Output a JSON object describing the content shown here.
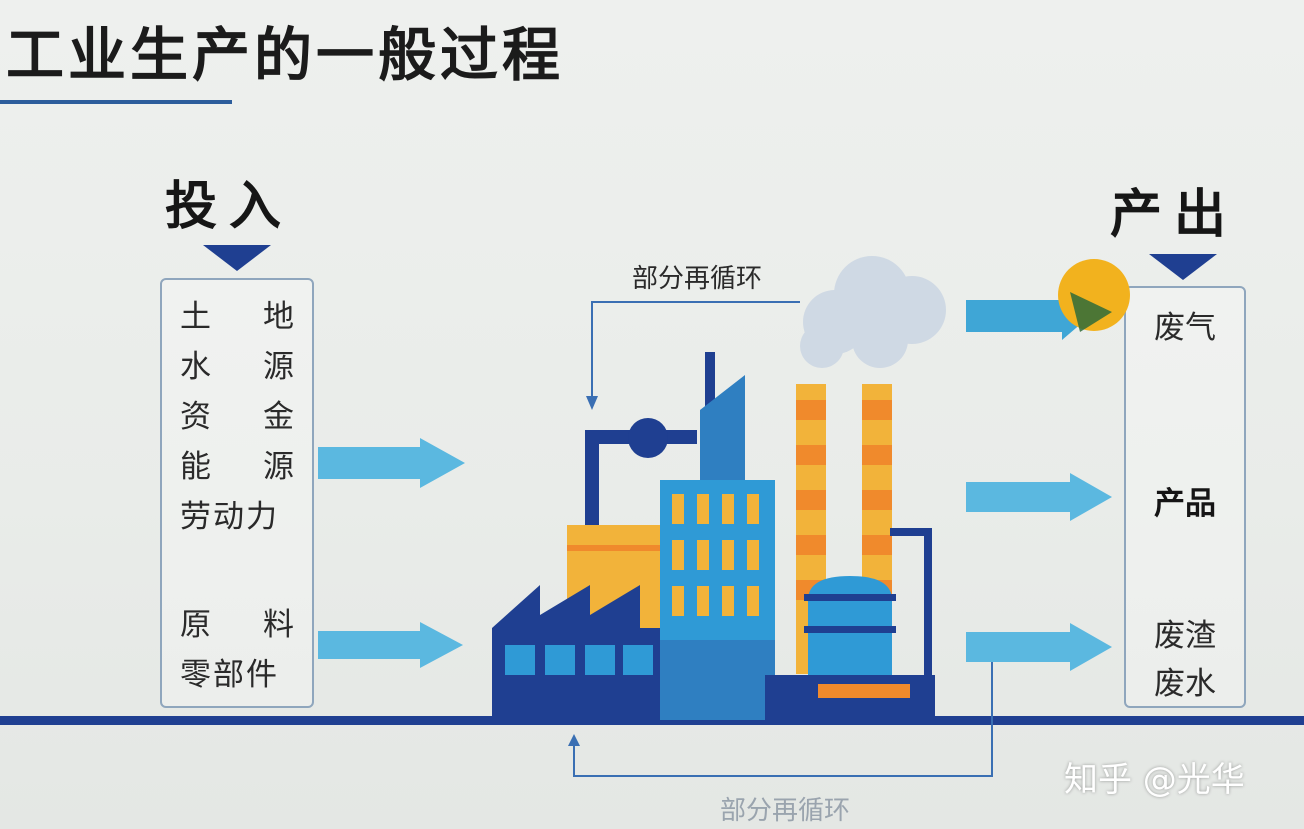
{
  "title": "工业生产的一般过程",
  "input": {
    "header": "投入",
    "items": [
      {
        "left": "土",
        "right": "地"
      },
      {
        "left": "水",
        "right": "源"
      },
      {
        "left": "资",
        "right": "金"
      },
      {
        "left": "能",
        "right": "源"
      },
      {
        "left": "劳动力",
        "right": ""
      },
      {
        "left": "原",
        "right": "料"
      },
      {
        "left": "零部件",
        "right": ""
      }
    ]
  },
  "output": {
    "header": "产出",
    "items": [
      "废气",
      "产品",
      "废渣",
      "废水"
    ]
  },
  "recycle_top_label": "部分再循环",
  "recycle_bottom_label": "部分再循环",
  "watermark": "知乎 @光华",
  "colors": {
    "accent_blue": "#1f3f91",
    "arrow_light": "#5bb8e0",
    "factory_blue": "#2f7fc1",
    "chimney_orange": "#f08a2c",
    "building_yellow": "#f2b33a"
  }
}
